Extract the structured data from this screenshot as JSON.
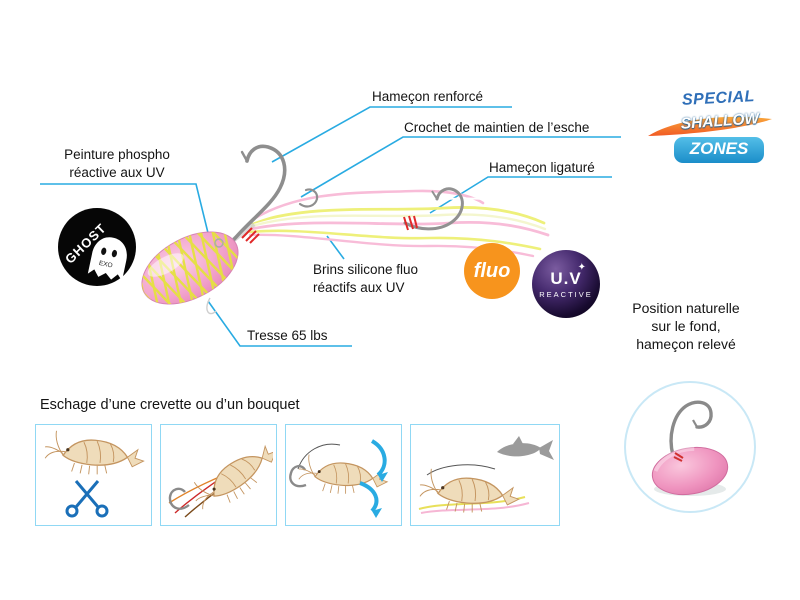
{
  "colors": {
    "callout_line": "#29abe2",
    "box_border": "#90d8f4",
    "fluo_orange": "#f7941d",
    "logo_blue": "#2f6fb8",
    "zones_bg": "#29a8dc",
    "jig_pink": "#f2a3cc",
    "net_yellow": "#e4e23e"
  },
  "callouts": {
    "hamecon_renforce": "Hameçon renforcé",
    "crochet_maintien": "Crochet de maintien de l’esche",
    "hamecon_ligature": "Hameçon ligaturé",
    "peinture_phospho": "Peinture phospho\nréactive aux UV",
    "brins_silicone": "Brins silicone fluo\nréactifs aux UV",
    "tresse": "Tresse 65 lbs"
  },
  "badges": {
    "ghost": "GHOST",
    "ghost_small": "EXO",
    "fluo": "fluo",
    "uv_main": "U.V",
    "uv_sub": "REACTIVE"
  },
  "logo": {
    "special": "SPECIAL",
    "shallow": "SHALLOW",
    "zones": "ZONES"
  },
  "position_note": "Position naturelle\nsur le fond,\nhameçon relevé",
  "steps_title": "Eschage d’une crevette ou d’un bouquet",
  "icons": {
    "sparkle": "✦"
  },
  "steps": [
    {
      "icon": "shrimp-and-scissors"
    },
    {
      "icon": "shrimp-hooking"
    },
    {
      "icon": "shrimp-threading-arrows"
    },
    {
      "icon": "rigged-shrimp-and-fish"
    }
  ]
}
